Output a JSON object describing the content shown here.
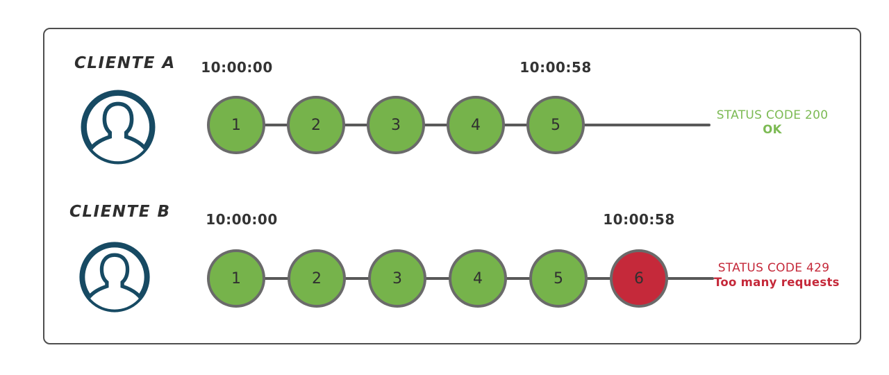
{
  "title": "Rate limiting diagram",
  "colors": {
    "ok_fill": "#76B34B",
    "blocked_fill": "#C5293A",
    "ok_text": "#7CBA53",
    "blocked_text": "#C5293A",
    "icon_navy": "#174A63",
    "line_grey": "#595959"
  },
  "rows": [
    {
      "label": "CLIENTE A",
      "start_time": "10:00:00",
      "end_time": "10:00:58",
      "requests": [
        "1",
        "2",
        "3",
        "4",
        "5"
      ],
      "request_states": [
        "ok",
        "ok",
        "ok",
        "ok",
        "ok"
      ],
      "status": {
        "line1": "STATUS CODE 200",
        "line2": "OK",
        "state": "ok"
      }
    },
    {
      "label": "CLIENTE B",
      "start_time": "10:00:00",
      "end_time": "10:00:58",
      "requests": [
        "1",
        "2",
        "3",
        "4",
        "5",
        "6"
      ],
      "request_states": [
        "ok",
        "ok",
        "ok",
        "ok",
        "ok",
        "blocked"
      ],
      "status": {
        "line1": "STATUS CODE 429",
        "line2": "Too many requests",
        "state": "blocked"
      }
    }
  ]
}
